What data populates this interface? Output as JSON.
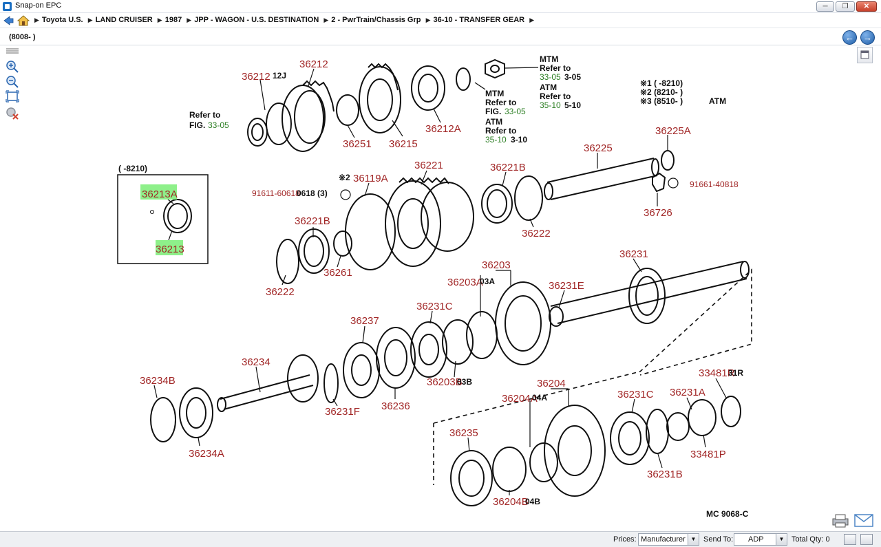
{
  "window": {
    "title": "Snap-on EPC",
    "controls": [
      "─",
      "❐",
      "✕"
    ]
  },
  "breadcrumb": [
    "Toyota U.S.",
    "LAND CRUISER",
    "1987",
    "JPP - WAGON - U.S. DESTINATION",
    "2 - PwrTrain/Chassis Grp",
    "36-10 - TRANSFER GEAR"
  ],
  "subheader": {
    "range": "(8008- )"
  },
  "tools": [
    "zoom-in",
    "zoom-out",
    "fit-page",
    "clear-highlight"
  ],
  "diagram": {
    "callouts": [
      "36212",
      "36212",
      "36251",
      "36215",
      "36212A",
      "36225A",
      "36225",
      "91661-40818",
      "36726",
      "36221",
      "36221B",
      "36222",
      "36119A",
      "91611-60618",
      "36221B",
      "36222",
      "36261",
      "36213A",
      "36213",
      "36231",
      "36231E",
      "36203",
      "36203A",
      "36231C",
      "36237",
      "36203B",
      "36234",
      "36234B",
      "36234A",
      "36231F",
      "36236",
      "36204",
      "36204A",
      "36231C",
      "36231A",
      "33481R",
      "36235",
      "36231B",
      "33481P",
      "36204B"
    ],
    "ref_blocks": {
      "upper_left": {
        "text": "Refer to",
        "fig": "FIG.",
        "num": "33-05"
      },
      "mtm_top": {
        "line1": "MTM",
        "line2": "Refer to",
        "num": "33-05",
        "suffix": "3-05"
      },
      "atm_top": {
        "line1": "ATM",
        "line2": "Refer to",
        "num": "35-10",
        "suffix": "5-10"
      },
      "mtm_mid": {
        "line1": "MTM",
        "line2": "Refer to",
        "fig": "FIG.",
        "num": "33-05"
      },
      "atm_mid": {
        "line1": "ATM",
        "line2": "Refer to",
        "num": "35-10",
        "suffix": "3-10"
      }
    },
    "inset_label": "(      -8210)",
    "legend": [
      "※1 (      -8210)",
      "※2 (8210-      )",
      "※3 (8510-      )"
    ],
    "legend_suffix": "ATM",
    "figure_code": "MC 9068-C",
    "ghost_labels": [
      "12J",
      "0618 (3)",
      "※2",
      "03A",
      "03B",
      "04A",
      "04B",
      "31R"
    ]
  },
  "statusbar": {
    "prices_label": "Prices:",
    "prices_value": "Manufacturer",
    "sendto_label": "Send To:",
    "sendto_value": "ADP",
    "total_label": "Total Qty: 0"
  },
  "colors": {
    "callout": "#a12626",
    "reference": "#2d7f24",
    "highlight": "#8ef08a",
    "nav_button": "#1f5ea8"
  }
}
